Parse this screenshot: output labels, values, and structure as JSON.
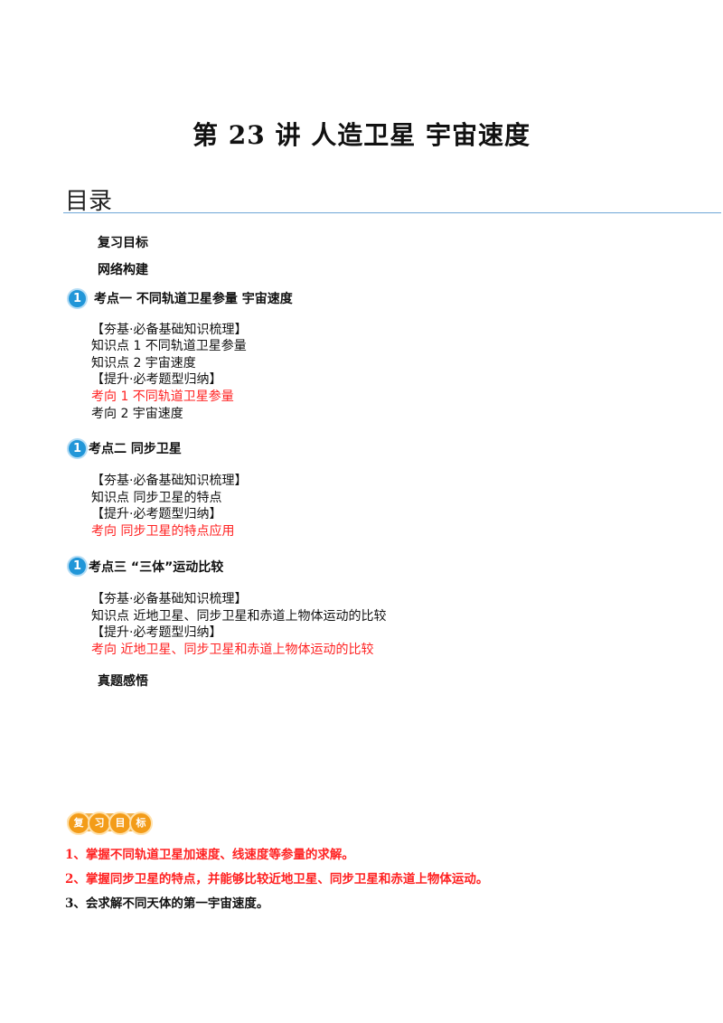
{
  "title": "第 23 讲  人造卫星  宇宙速度",
  "toc": {
    "heading": "目录",
    "review_goals": "复习目标",
    "network": "网络构建",
    "sections": [
      {
        "badge": "1",
        "heading": "考点一    不同轨道卫星参量  宇宙速度",
        "items": [
          {
            "text": "【夯基·必备基础知识梳理】"
          },
          {
            "text": "知识点 1  不同轨道卫星参量"
          },
          {
            "text": "知识点 2  宇宙速度"
          },
          {
            "text": "【提升·必考题型归纳】"
          },
          {
            "text": "考向 1  不同轨道卫星参量"
          },
          {
            "text": "考向 2  宇宙速度"
          }
        ]
      },
      {
        "badge": "1",
        "heading": "考点二    同步卫星",
        "items": [
          {
            "text": "【夯基·必备基础知识梳理】"
          },
          {
            "text": "知识点  同步卫星的特点"
          },
          {
            "text": "【提升·必考题型归纳】"
          },
          {
            "text": "考向    同步卫星的特点应用"
          }
        ]
      },
      {
        "badge": "1",
        "heading": "考点三   “三体”运动比较",
        "items": [
          {
            "text": "【夯基·必备基础知识梳理】"
          },
          {
            "text": "知识点  近地卫星、同步卫星和赤道上物体运动的比较"
          },
          {
            "text": "【提升·必考题型归纳】"
          },
          {
            "text": "考向    近地卫星、同步卫星和赤道上物体运动的比较"
          }
        ]
      }
    ],
    "real_questions": "真题感悟"
  },
  "goals_banner": [
    "复",
    "习",
    "目",
    "标"
  ],
  "goals": [
    "1、掌握不同轨道卫星加速度、线速度等参量的求解。",
    "2、掌握同步卫星的特点，并能够比较近地卫星、同步卫星和赤道上物体运动。",
    "3、会求解不同天体的第一宇宙速度。"
  ],
  "colors": {
    "highlight": "#ff2222",
    "badge": "#2196d8",
    "rule": "#6ea6d6",
    "banner": "#f3b24a"
  }
}
